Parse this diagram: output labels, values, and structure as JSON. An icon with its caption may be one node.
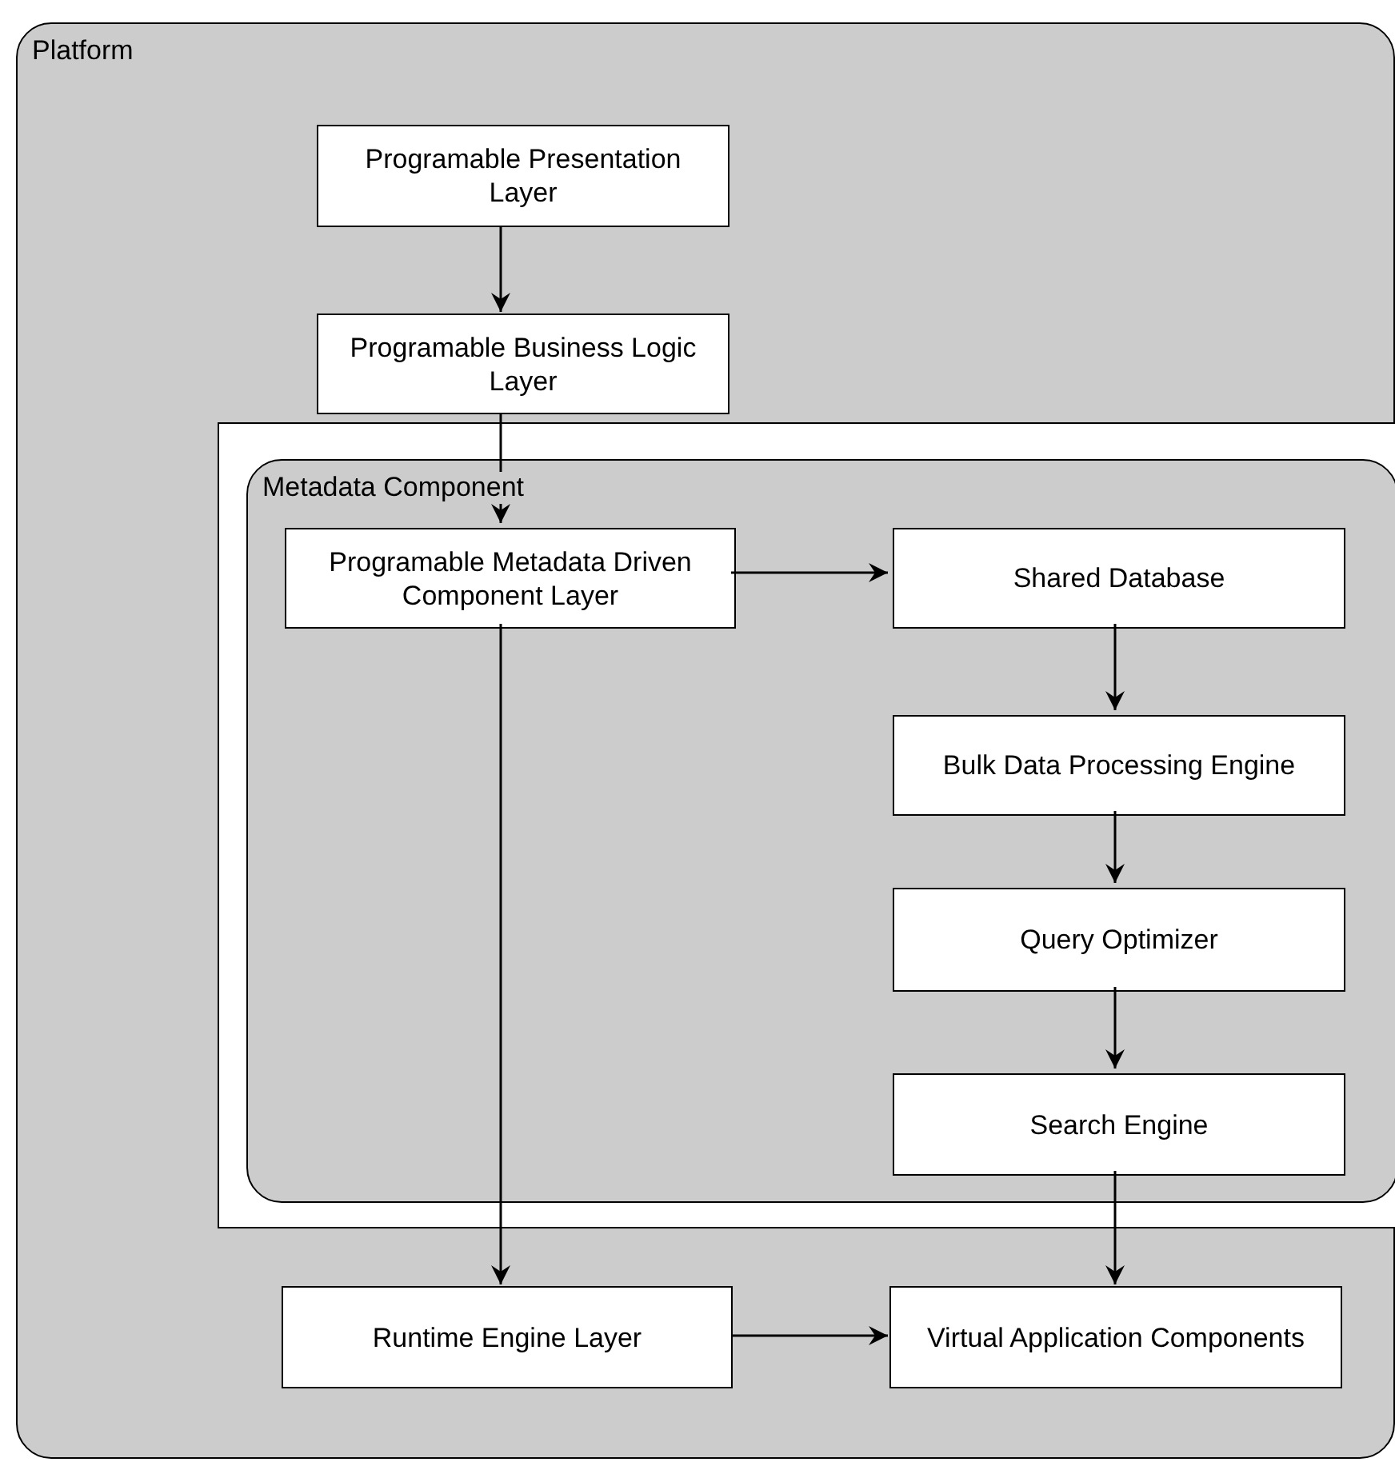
{
  "diagram": {
    "nodes": [
      {
        "text": [
          "Platform"
        ]
      },
      {
        "text": [
          "Programable Presentation Layer"
        ],
        "in": 0
      },
      {
        "text": [
          "Programable Business Logic Layer"
        ],
        "in": 0
      },
      {
        "text": [],
        "shape": "box",
        "in": 0
      },
      {
        "text": [
          "Metadata Component"
        ],
        "in": 3
      },
      {
        "text": [
          "Programable Metadata Driven Component Layer"
        ],
        "in": 4
      },
      {
        "text": [
          "Shared Database"
        ],
        "in": 4
      },
      {
        "text": [
          "Bulk Data Processing Engine"
        ],
        "in": 4
      },
      {
        "text": [
          "Query Optimizer"
        ],
        "in": 4
      },
      {
        "text": [
          "Search Engine"
        ],
        "in": 4
      },
      {
        "text": [
          "Runtime Engine Layer"
        ],
        "in": 0
      },
      {
        "text": [
          "Virtual Application Components"
        ],
        "in": 0
      }
    ],
    "edges": [
      {
        "from": 1,
        "to": 2,
        "arrow": "to"
      },
      {
        "from": 2,
        "to": 5,
        "arrow": "to"
      },
      {
        "from": 5,
        "to": 6,
        "arrow": "to"
      },
      {
        "from": 6,
        "to": 7,
        "arrow": "to"
      },
      {
        "from": 7,
        "to": 8,
        "arrow": "to"
      },
      {
        "from": 8,
        "to": 9,
        "arrow": "to"
      },
      {
        "from": 5,
        "to": 10,
        "arrow": "to"
      },
      {
        "from": 9,
        "to": 11,
        "arrow": "to"
      },
      {
        "from": 10,
        "to": 11,
        "arrow": "to"
      }
    ]
  }
}
